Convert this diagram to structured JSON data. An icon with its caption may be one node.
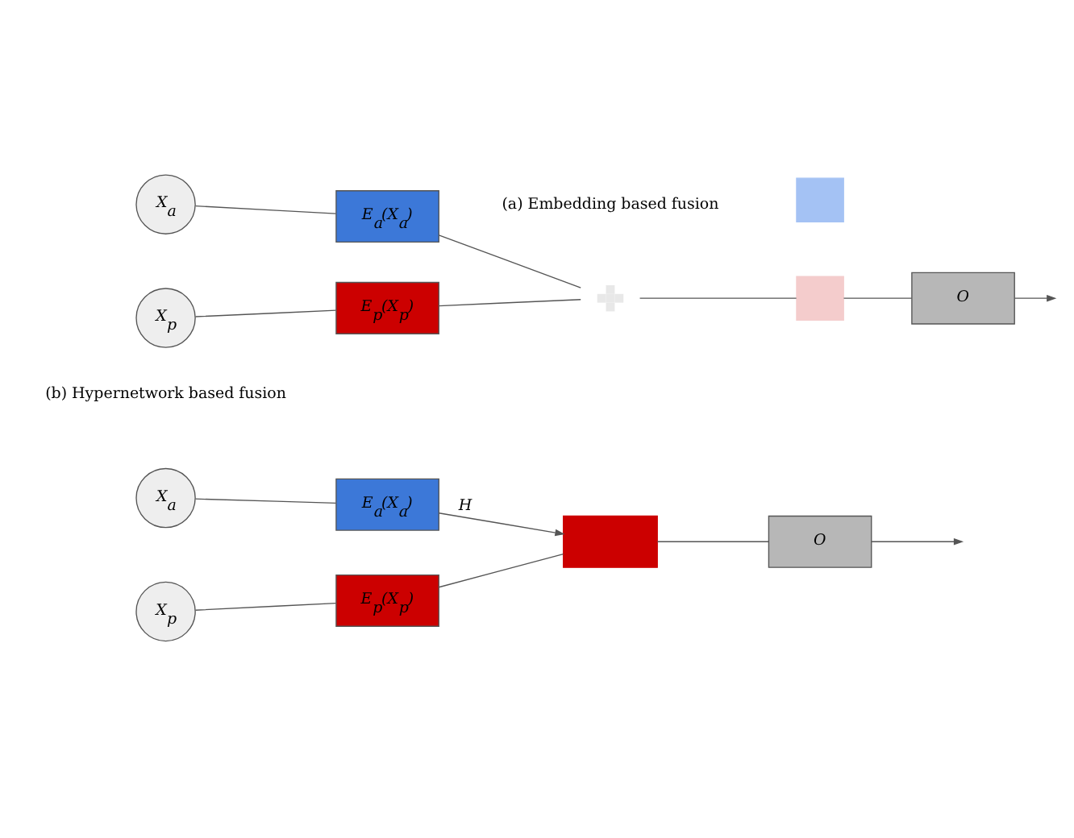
{
  "diagram": {
    "nodes": [
      {
        "text": [
          "X$_{p}$"
        ]
      },
      {
        "text": [
          "E$_{p}$(X$_{p}$)"
        ]
      },
      {
        "text": [
          "X$_{a}$"
        ]
      },
      {
        "text": [
          "E$_{a}$(X$_{a}$)"
        ]
      },
      {
        "text": [],
        "shape": "plus"
      },
      {
        "text": [],
        "shape": "box"
      },
      {
        "text": [],
        "shape": "box"
      },
      {
        "text": [
          "O"
        ]
      },
      {
        "text": [
          "X$_{p}$"
        ]
      },
      {
        "text": [
          "E$_{p}$(X$_{p}$)"
        ]
      },
      {
        "text": [],
        "shape": "box"
      },
      {
        "text": [
          "O"
        ]
      },
      {
        "text": [
          "X$_{a}$"
        ]
      },
      {
        "text": [
          "E$_{a}$(X$_{a}$)"
        ]
      }
    ],
    "edges": [
      {
        "from": 0,
        "to": 1,
        "arrow": "none"
      },
      {
        "from": 2,
        "to": 3,
        "arrow": "none"
      },
      {
        "from": 1,
        "to": 4,
        "arrow": "none"
      },
      {
        "from": 3,
        "to": 4,
        "arrow": "none"
      },
      {
        "from": 4,
        "to": 5,
        "arrow": "none"
      },
      {
        "from": 5,
        "to": 7,
        "arrow": "none"
      },
      {
        "from": 7,
        "to": null,
        "arrow": "to"
      },
      {
        "from": 8,
        "to": 9,
        "arrow": "none"
      },
      {
        "from": 9,
        "to": 10,
        "arrow": "none"
      },
      {
        "from": 10,
        "to": 11,
        "arrow": "none"
      },
      {
        "from": 11,
        "to": null,
        "arrow": "to"
      },
      {
        "from": 13,
        "to": 10,
        "arrow": "to",
        "label": "H"
      },
      {
        "from": 12,
        "to": 13,
        "arrow": "none"
      }
    ],
    "labels": [
      "(a) Embedding based fusion",
      "(b) Hypernetwork based fusion"
    ]
  }
}
